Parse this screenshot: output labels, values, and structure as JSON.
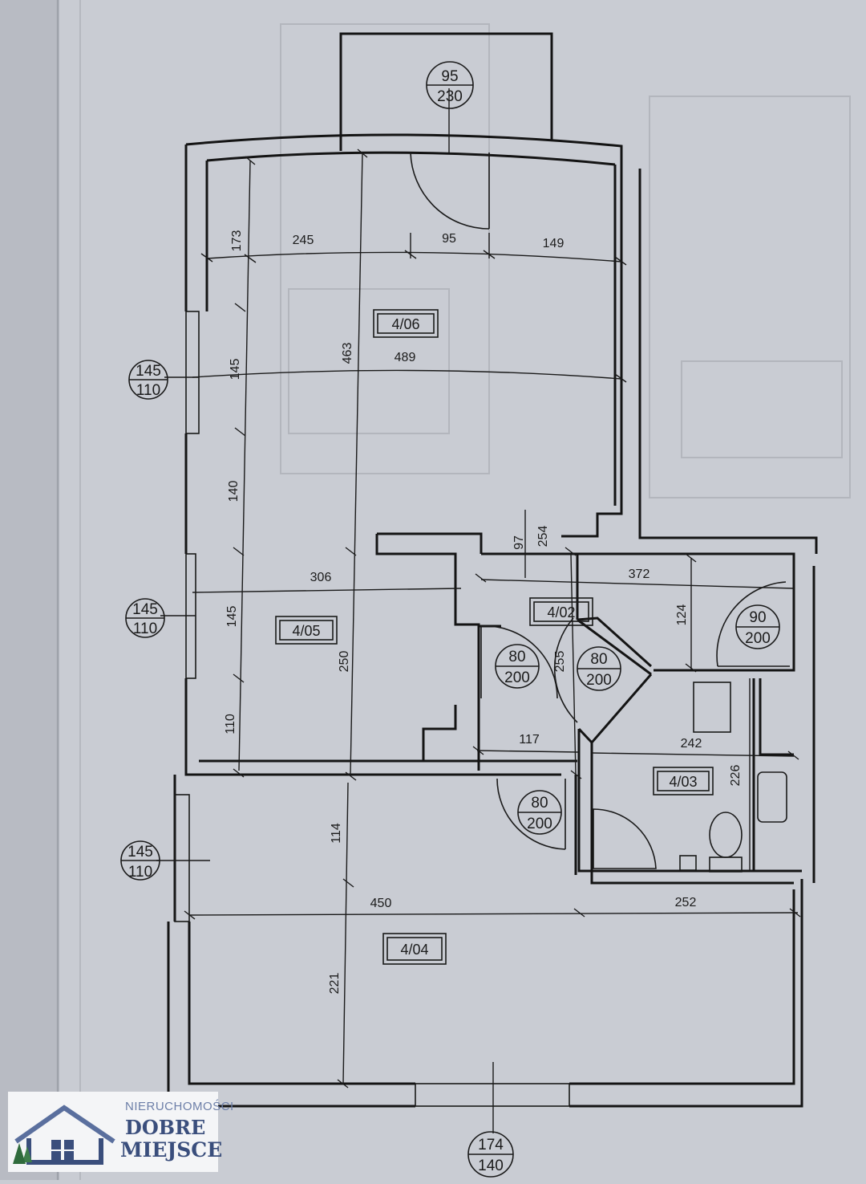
{
  "plan": {
    "rooms": [
      {
        "id": "room-4-06",
        "label": "4/06"
      },
      {
        "id": "room-4-05",
        "label": "4/05"
      },
      {
        "id": "room-4-02",
        "label": "4/02"
      },
      {
        "id": "room-4-03",
        "label": "4/03"
      },
      {
        "id": "room-4-04",
        "label": "4/04"
      }
    ],
    "dimensions": [
      "173",
      "245",
      "95",
      "149",
      "145",
      "463",
      "489",
      "140",
      "97",
      "254",
      "306",
      "372",
      "145",
      "250",
      "124",
      "255",
      "110",
      "117",
      "242",
      "226",
      "114",
      "450",
      "252",
      "221"
    ],
    "openings": [
      {
        "top": "95",
        "bottom": "230"
      },
      {
        "top": "145",
        "bottom": "110"
      },
      {
        "top": "145",
        "bottom": "110"
      },
      {
        "top": "145",
        "bottom": "110"
      },
      {
        "top": "80",
        "bottom": "200"
      },
      {
        "top": "80",
        "bottom": "200"
      },
      {
        "top": "90",
        "bottom": "200"
      },
      {
        "top": "80",
        "bottom": "200"
      },
      {
        "top": "174",
        "bottom": "140"
      }
    ]
  },
  "logo": {
    "top_line": "NIERUCHOMOŚCI",
    "line1": "DOBRE",
    "line2": "MIEJSCE",
    "colors": {
      "brand": "#3a4e7c",
      "accent": "#6d7fa8"
    }
  },
  "colors": {
    "paper": "#c9ccd3",
    "ink": "#141414"
  }
}
